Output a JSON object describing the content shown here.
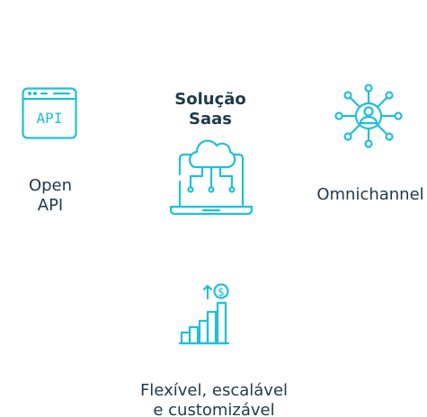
{
  "features": {
    "open_api": {
      "label": "Open\nAPI",
      "icon": "api-window-icon",
      "icon_text": "API"
    },
    "saas": {
      "label": "Solução\nSaas",
      "icon": "cloud-laptop-icon"
    },
    "omnichannel": {
      "label": "Omnichannel",
      "icon": "network-user-icon"
    },
    "scalable": {
      "label": "Flexível, escalável\ne customizável",
      "icon": "growth-bars-icon"
    }
  },
  "colors": {
    "icon": "#1fc0d8",
    "text": "#1e3a4c"
  }
}
